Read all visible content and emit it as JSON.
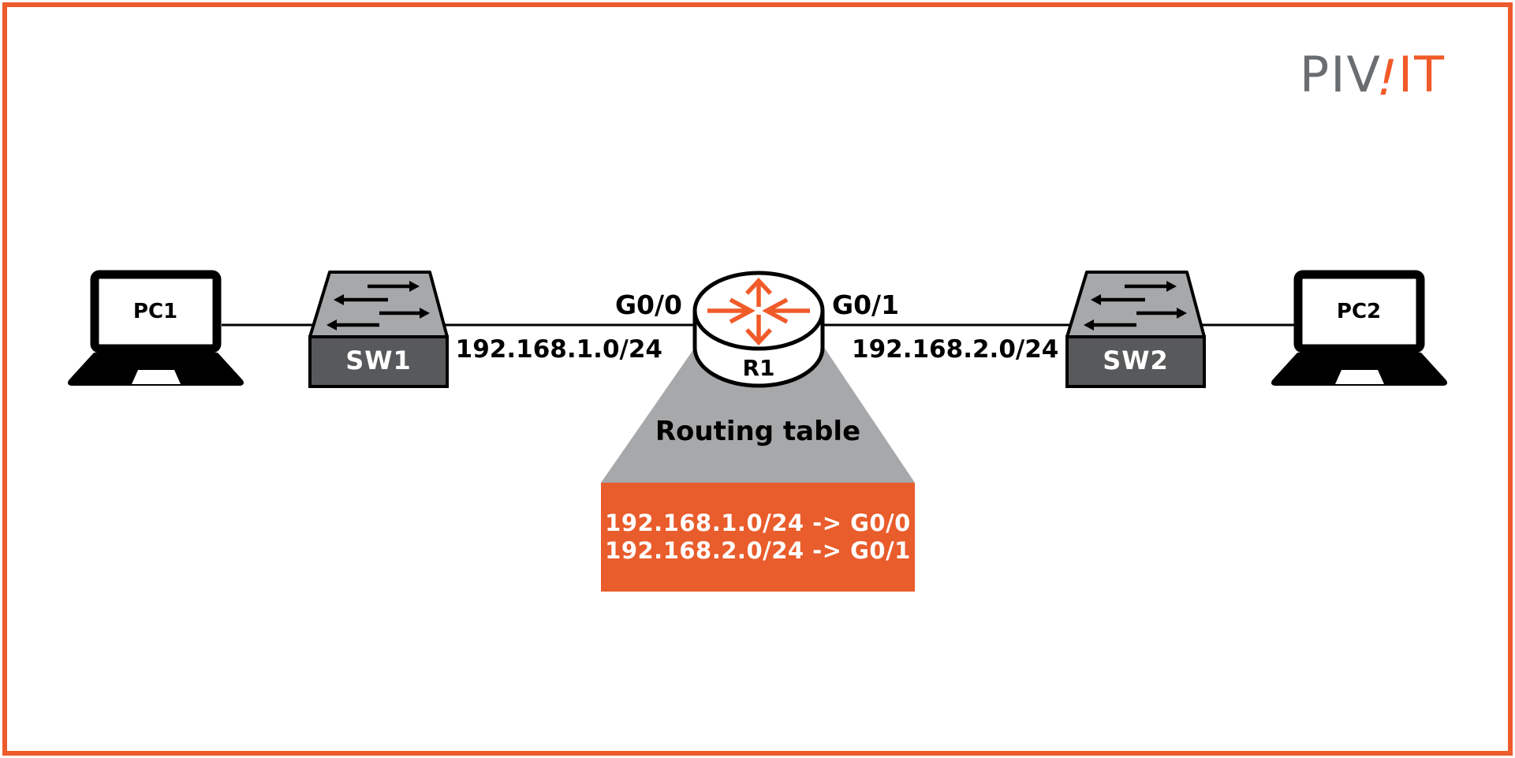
{
  "brand": {
    "logo_part_gray": "PIV",
    "logo_part_accent": "!",
    "logo_part_orange": "IT"
  },
  "devices": {
    "pc1": {
      "label": "PC1"
    },
    "sw1": {
      "label": "SW1"
    },
    "r1": {
      "label": "R1"
    },
    "sw2": {
      "label": "SW2"
    },
    "pc2": {
      "label": "PC2"
    }
  },
  "links": {
    "left_interface": "G0/0",
    "right_interface": "G0/1",
    "left_network": "192.168.1.0/24",
    "right_network": "192.168.2.0/24"
  },
  "routing_table": {
    "title": "Routing table",
    "entries": [
      "192.168.1.0/24 -> G0/0",
      "192.168.2.0/24 -> G0/1"
    ]
  },
  "colors": {
    "border_orange": "#ee5b2c",
    "box_orange": "#e95c2b",
    "accent_orange": "#f15a29",
    "callout_gray": "#a6a8aa",
    "switch_front_gray": "#58595b",
    "logo_gray": "#6a6d70"
  }
}
